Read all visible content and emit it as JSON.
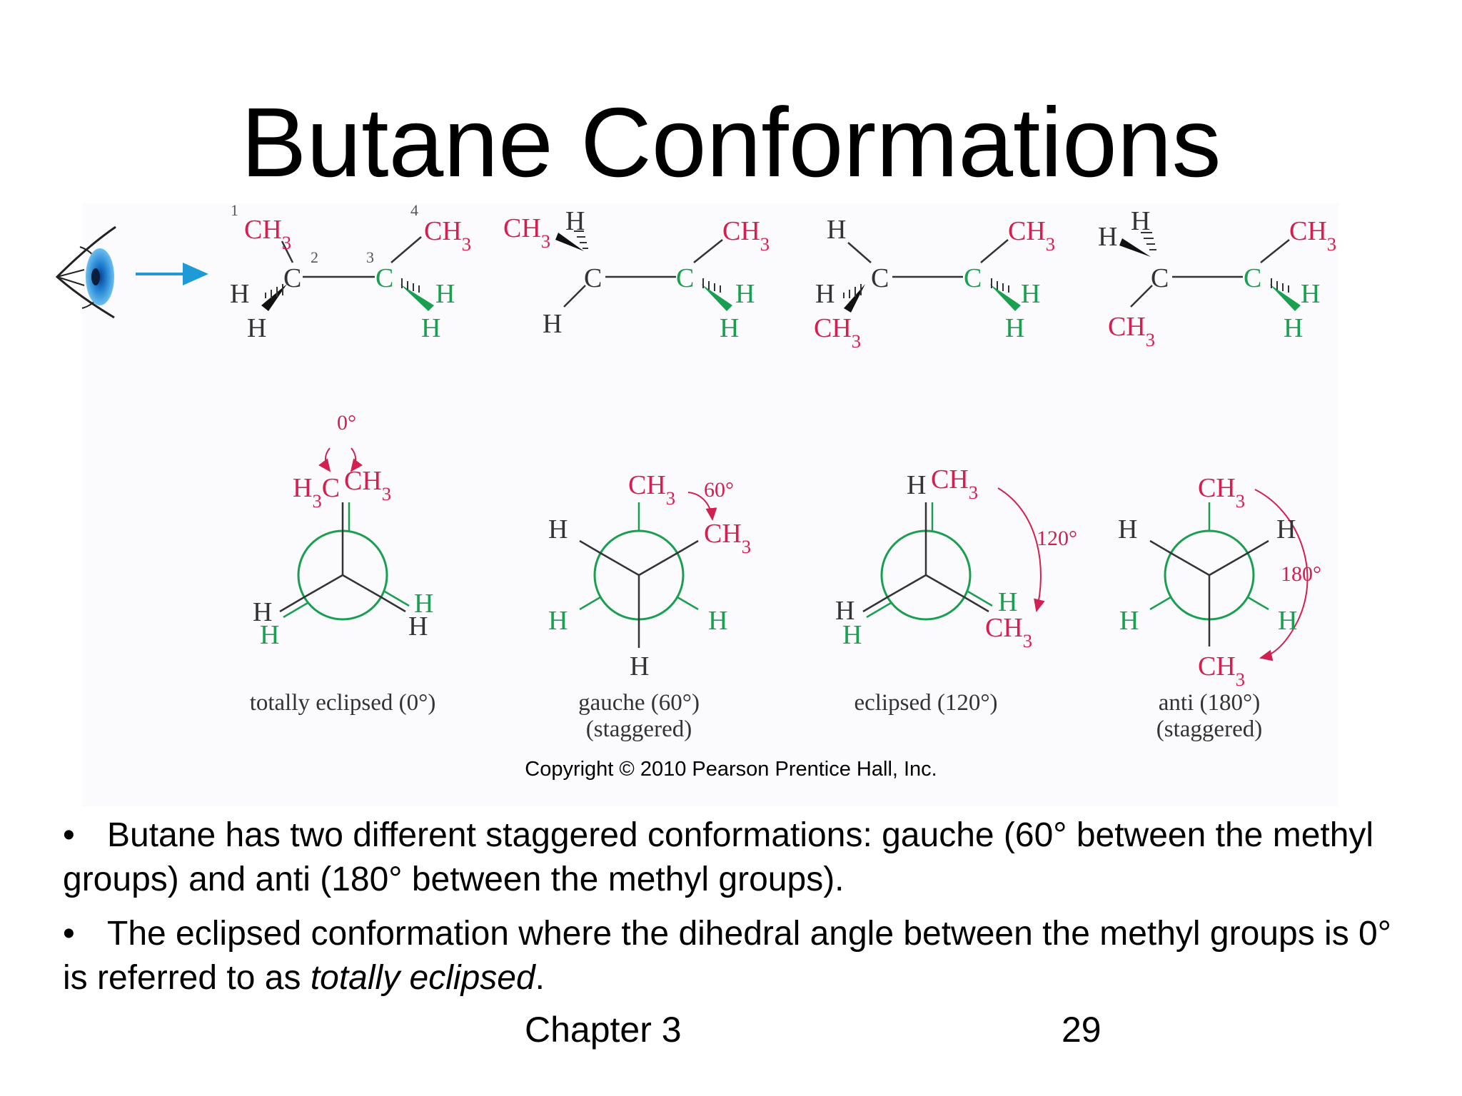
{
  "slide": {
    "title": "Butane Conformations",
    "copyright": "Copyright © 2010 Pearson Prentice Hall, Inc.",
    "footer_chapter": "Chapter 3",
    "footer_page": "29"
  },
  "colors": {
    "methyl_red": "#d22050",
    "hydrogen_green": "#1a9e50",
    "circle_green": "#1a9e50",
    "arrow_blue": "#1e9bd7"
  },
  "labels": {
    "ch3": "CH3",
    "h3c": "H3C",
    "h": "H",
    "c": "C",
    "atom_numbers": [
      "1",
      "2",
      "3",
      "4"
    ]
  },
  "angles": {
    "a0": "0°",
    "a60": "60°",
    "a120": "120°",
    "a180": "180°"
  },
  "conformations": [
    {
      "name": "totally eclipsed (0°)",
      "sub": ""
    },
    {
      "name": "gauche (60°)",
      "sub": "(staggered)"
    },
    {
      "name": "eclipsed (120°)",
      "sub": ""
    },
    {
      "name": "anti (180°)",
      "sub": "(staggered)"
    }
  ],
  "bullets": [
    {
      "dot": "•",
      "parts": [
        {
          "text": "Butane has two different staggered conformations: gauche (60° between the methyl groups) and anti (180° between the methyl groups).",
          "italic": false
        }
      ]
    },
    {
      "dot": "•",
      "parts": [
        {
          "text": "The eclipsed conformation where the dihedral angle between the methyl groups is 0° is referred to as ",
          "italic": false
        },
        {
          "text": "totally eclipsed",
          "italic": true
        },
        {
          "text": ".",
          "italic": false
        }
      ]
    }
  ],
  "icons": [
    "eye-icon",
    "arrow-icon"
  ]
}
